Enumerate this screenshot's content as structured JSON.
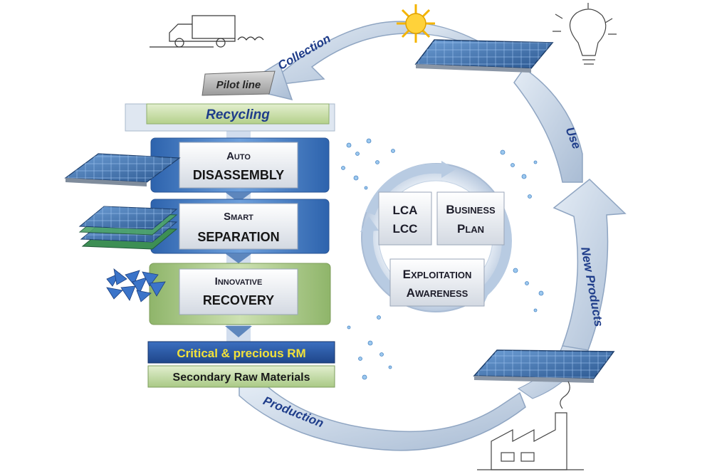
{
  "cycle": {
    "collection_label": "Collection",
    "use_label": "Use",
    "new_products_label": "New Products",
    "production_label": "Production"
  },
  "process": {
    "pilot_line_label": "Pilot line",
    "recycling_label": "Recycling",
    "steps": [
      {
        "prefix_initial": "A",
        "prefix_rest": "UTO",
        "title": "DISASSEMBLY"
      },
      {
        "prefix_initial": "S",
        "prefix_rest": "MART",
        "title": "SEPARATION"
      },
      {
        "prefix_initial": "I",
        "prefix_rest": "NNOVATIVE",
        "title": "RECOVERY"
      }
    ],
    "critical_label": "Critical & precious RM",
    "secondary_label": "Secondary Raw Materials"
  },
  "center": {
    "lca": "LCA",
    "lcc": "LCC",
    "business_initial": "B",
    "business_rest": "USINESS",
    "plan_initial": "P",
    "plan_rest": "LAN",
    "exploitation_initial": "E",
    "exploitation_rest": "XPLOITATION",
    "awareness_initial": "A",
    "awareness_rest": "WARENESS"
  },
  "colors": {
    "arrow_fill": "#c4d2e4",
    "arrow_stroke": "#8fa5c2",
    "label_blue": "#1f3d8a",
    "panel_blue": "#3f77c1",
    "recycling_green": "#c9dfa8",
    "critical_yellow": "#f2e23a",
    "solar_panel": "#2f5f9a"
  },
  "icons": [
    "sun-icon",
    "truck-icon",
    "light-bulb-icon",
    "factory-icon",
    "solar-panel-icon",
    "crystals-icon"
  ]
}
